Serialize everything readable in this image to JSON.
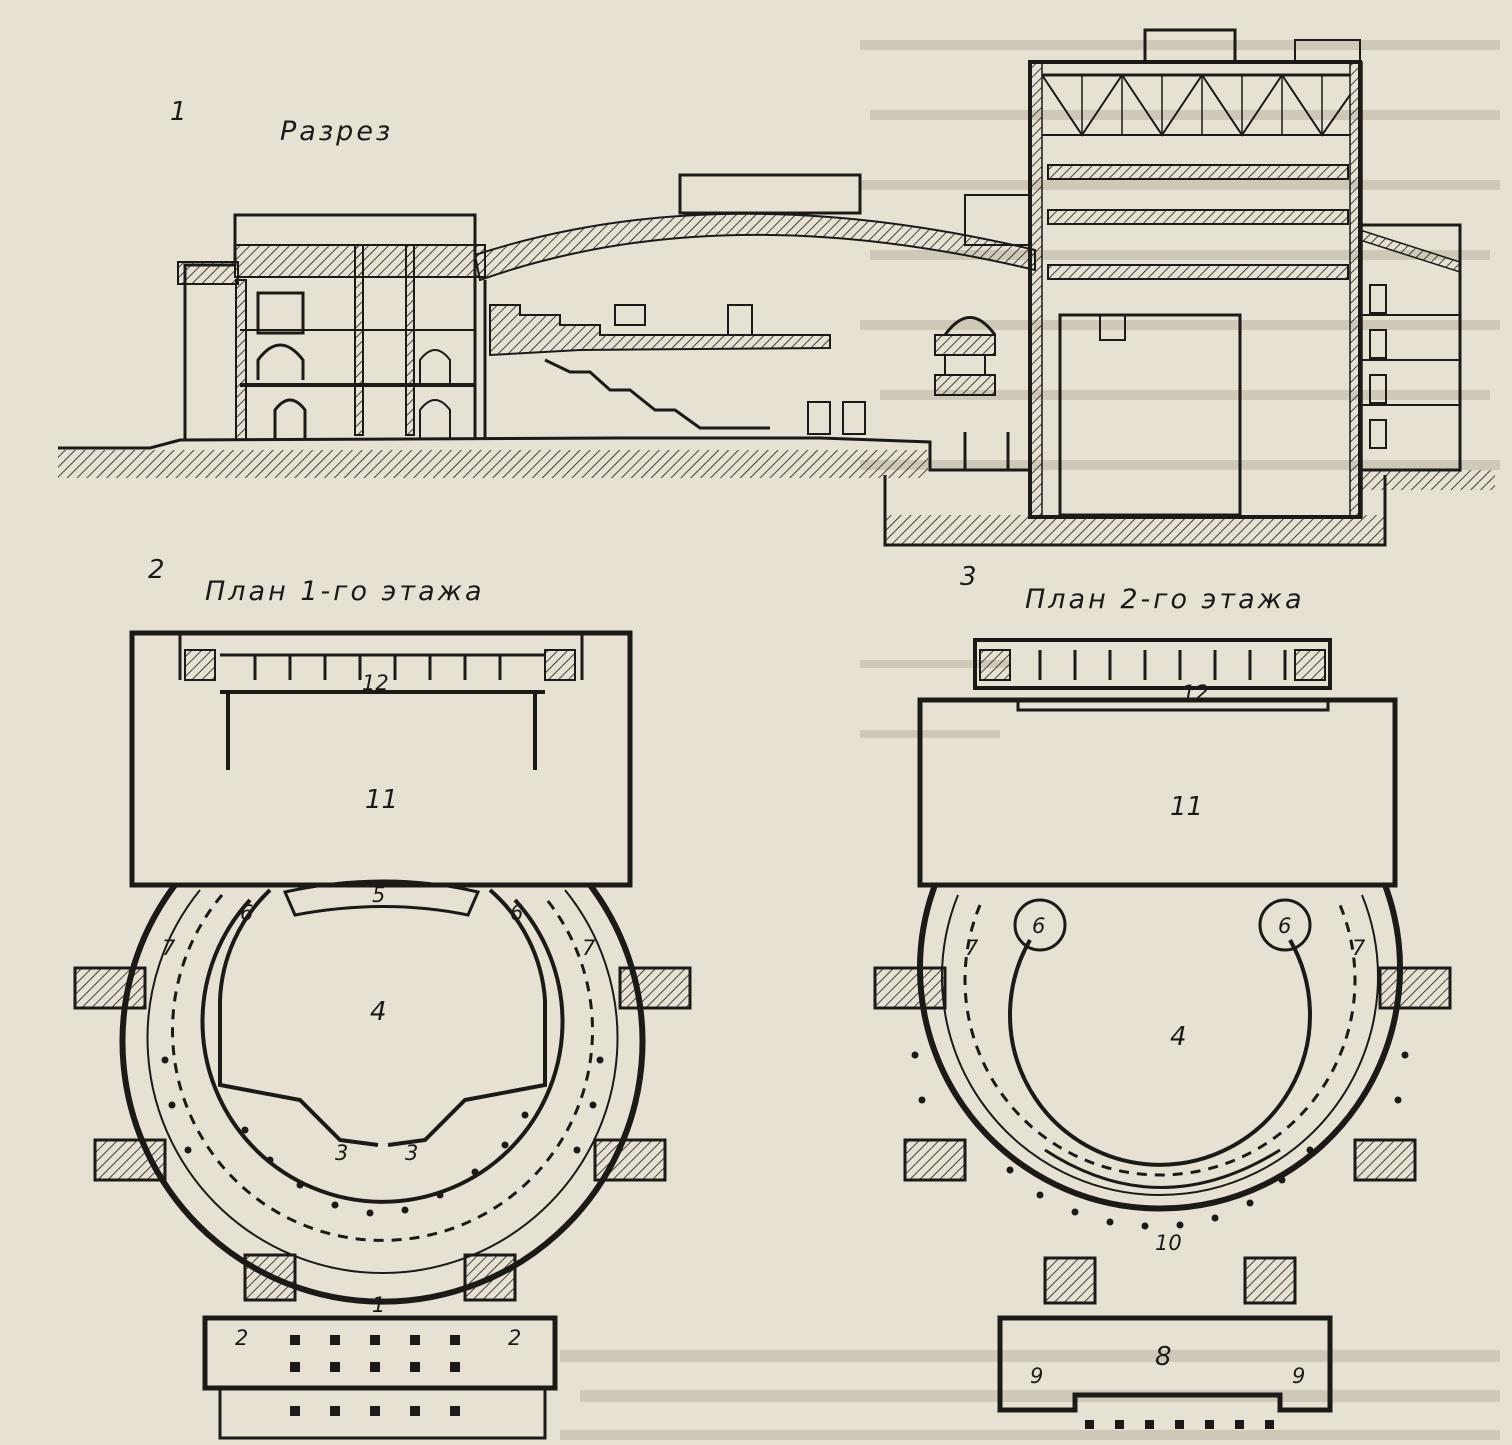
{
  "figure": {
    "section": {
      "number": "1",
      "title": "Разрез"
    },
    "plan_first_floor": {
      "number": "2",
      "title": "План 1-го этажа",
      "rooms": [
        "1",
        "2",
        "2",
        "3",
        "3",
        "4",
        "5",
        "6",
        "6",
        "7",
        "7",
        "11",
        "12"
      ]
    },
    "plan_second_floor": {
      "number": "3",
      "title": "План 2-го этажа",
      "rooms": [
        "4",
        "6",
        "6",
        "7",
        "7",
        "8",
        "9",
        "9",
        "10",
        "11",
        "12"
      ]
    }
  },
  "colors": {
    "paper": "#e7e1d4",
    "ink": "#1c1a17",
    "ghost_text": "#cfc8b8"
  }
}
